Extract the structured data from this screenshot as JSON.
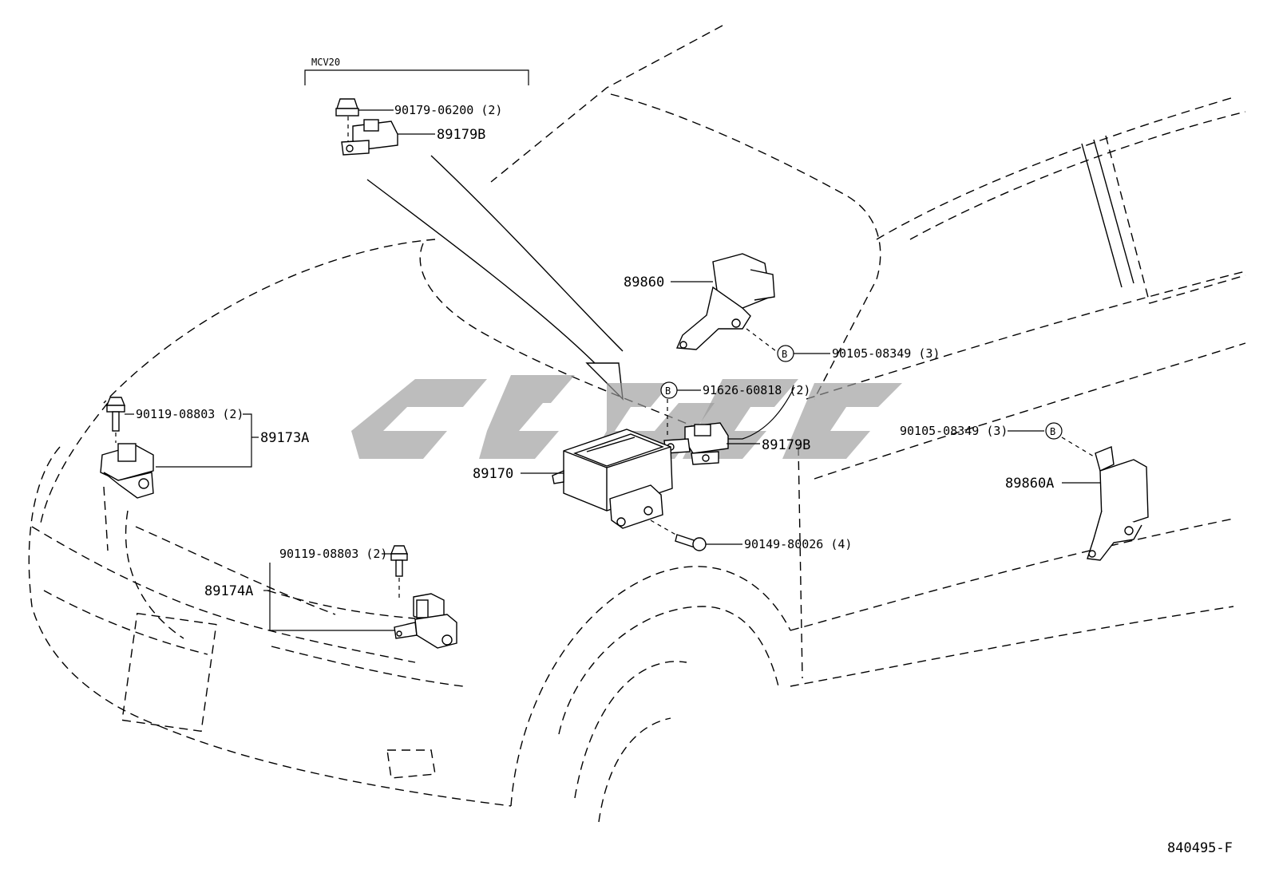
{
  "diagram": {
    "variant_label": "MCV20",
    "drawing_number": "840495-F",
    "callout_letter": "B",
    "labels": {
      "mcv_nut": "90179-06200 (2)",
      "mcv_sensor": "89179B",
      "sensor_89860": "89860",
      "bolt_right_top": "90105-08349 (3)",
      "callout_91626": "91626-60818 (2)",
      "sensor_center": "89179B",
      "bolt_right_side": "90105-08349 (3)",
      "sensor_89860A": "89860A",
      "bolt_left_top": "90119-08803 (2)",
      "sensor_89173A": "89173A",
      "ecu_89170": "89170",
      "bolt_ecu": "90149-80026 (4)",
      "bolt_left_bottom": "90119-08803 (2)",
      "sensor_89174A": "89174A"
    }
  }
}
